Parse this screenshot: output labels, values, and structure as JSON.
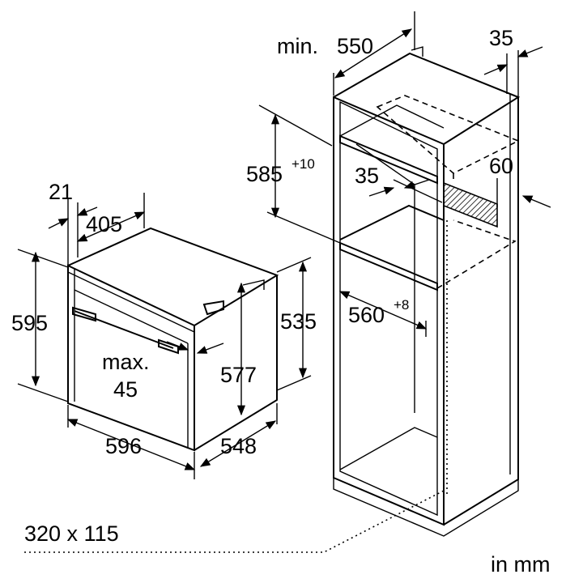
{
  "oven_dims": {
    "d21": "21",
    "d405": "405",
    "d595": "595",
    "d535": "535",
    "d577": "577",
    "max_label": "max.",
    "max_value": "45",
    "d596": "596",
    "d548": "548"
  },
  "cabinet_dims": {
    "min_label": "min.",
    "d550": "550",
    "d35_top": "35",
    "d585": "585",
    "d585_tol": "+10",
    "d35_inner": "35",
    "d60": "60",
    "d560": "560",
    "d560_tol": "+8"
  },
  "opening_label": "320 x 115",
  "units_label": "in mm"
}
